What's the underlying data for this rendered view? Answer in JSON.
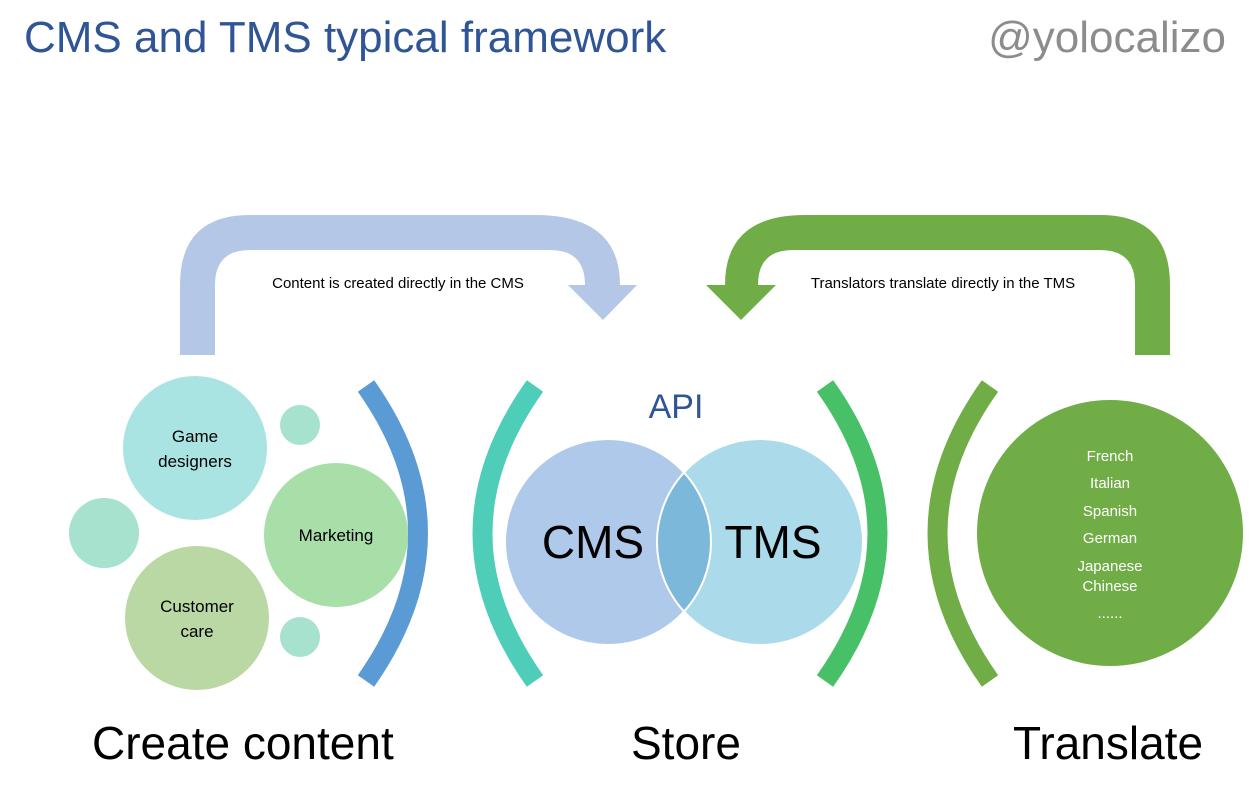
{
  "header": {
    "title": "CMS and TMS typical framework",
    "handle": "@yolocalizo"
  },
  "flows": {
    "create_to_store": "Content is created directly in the CMS",
    "translate_to_store": "Translators translate directly in the TMS"
  },
  "create": {
    "label": "Create content",
    "groups": [
      {
        "line1": "Game",
        "line2": "designers"
      },
      {
        "line1": "Marketing",
        "line2": ""
      },
      {
        "line1": "Customer",
        "line2": "care"
      }
    ]
  },
  "store": {
    "label": "Store",
    "api_label": "API",
    "cms_label": "CMS",
    "tms_label": "TMS"
  },
  "translate": {
    "label": "Translate",
    "languages": [
      "French",
      "Italian",
      "Spanish",
      "German",
      "Japanese",
      "Chinese",
      "......"
    ]
  },
  "colors": {
    "title": "#2f5597",
    "handle": "#8c8c8c",
    "blue_arrow": "#b4c7e7",
    "green_arrow": "#70ad47",
    "blue_bracket": "#5b9bd5",
    "teal_bracket": "#4ecdb9",
    "green_bracket": "#48c068",
    "olive_bracket": "#70ad47",
    "cms_circle": "#aec9ea",
    "tms_circle": "#abdbea",
    "overlap": "#7bb8d9",
    "game_designers": "#a9e4e2",
    "marketing": "#a8dea8",
    "customer_care": "#b9d8a4",
    "small_bubble": "#a6e2ce",
    "languages_circle": "#70ad47"
  }
}
